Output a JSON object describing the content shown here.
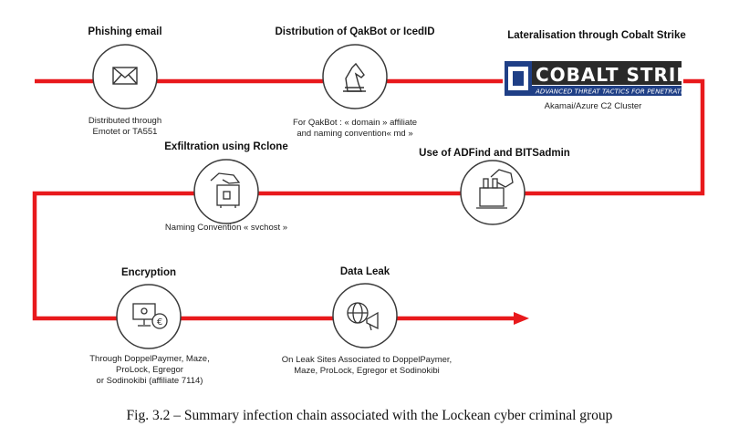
{
  "steps": {
    "phishing": {
      "title": "Phishing email",
      "desc": "Distributed through\nEmotet or TA551",
      "icon": "envelope-icon"
    },
    "distribution": {
      "title": "Distribution of QakBot or IcedID",
      "desc": "For QakBot : « domain » affiliate\nand naming convention« md »",
      "icon": "chess-knight-icon"
    },
    "lateralisation": {
      "title": "Lateralisation through Cobalt Strike",
      "desc": "Akamai/Azure C2 Cluster",
      "logo_main": "COBALT STRIKE",
      "logo_sub": "ADVANCED THREAT TACTICS FOR PENETRATION TESTERS"
    },
    "adfind": {
      "title": "Use of ADFind and BITSadmin",
      "icon": "hand-pressing-key-icon"
    },
    "exfiltration": {
      "title": "Exfiltration using Rclone",
      "desc": "Naming Convention « svchost »",
      "icon": "hand-safe-icon"
    },
    "encryption": {
      "title": "Encryption",
      "desc": "Through DoppelPaymer, Maze,\nProLock, Egregor\nor Sodinokibi (affiliate 7114)",
      "icon": "ransom-euro-icon"
    },
    "dataleak": {
      "title": "Data Leak",
      "desc": "On Leak Sites Associated to DoppelPaymer,\nMaze, ProLock, Egregor et Sodinokibi",
      "icon": "globe-megaphone-icon"
    }
  },
  "caption": "Fig. 3.2 – Summary infection chain associated with the Lockean cyber criminal group",
  "colors": {
    "path": "#e8191c",
    "circle_stroke": "#3a3a3a",
    "logo_blue": "#1f3f86"
  }
}
